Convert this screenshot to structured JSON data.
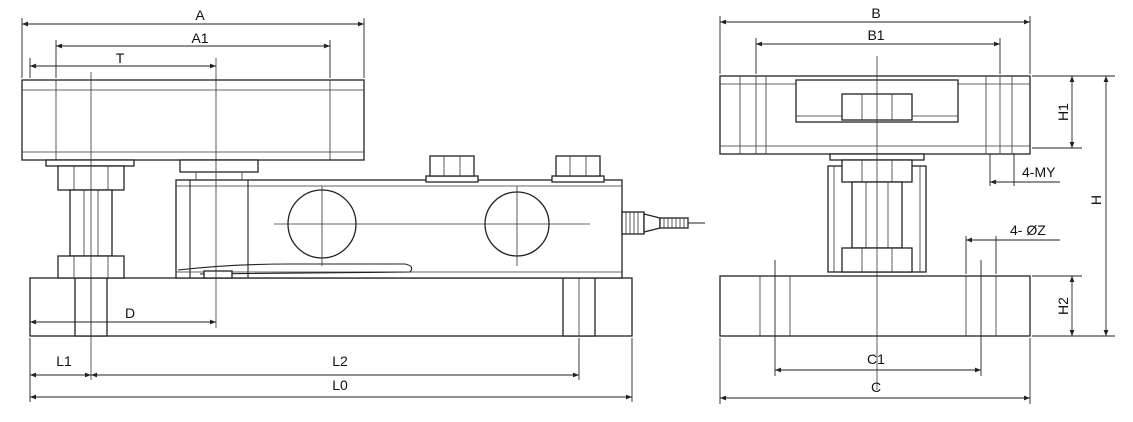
{
  "labels": {
    "A": "A",
    "A1": "A1",
    "T": "T",
    "D": "D",
    "L1": "L1",
    "L2": "L2",
    "L0": "L0",
    "B": "B",
    "B1": "B1",
    "H1": "H1",
    "H": "H",
    "H2": "H2",
    "MY": "4-MY",
    "Z": "4- ØZ",
    "C1": "C1",
    "C": "C"
  }
}
